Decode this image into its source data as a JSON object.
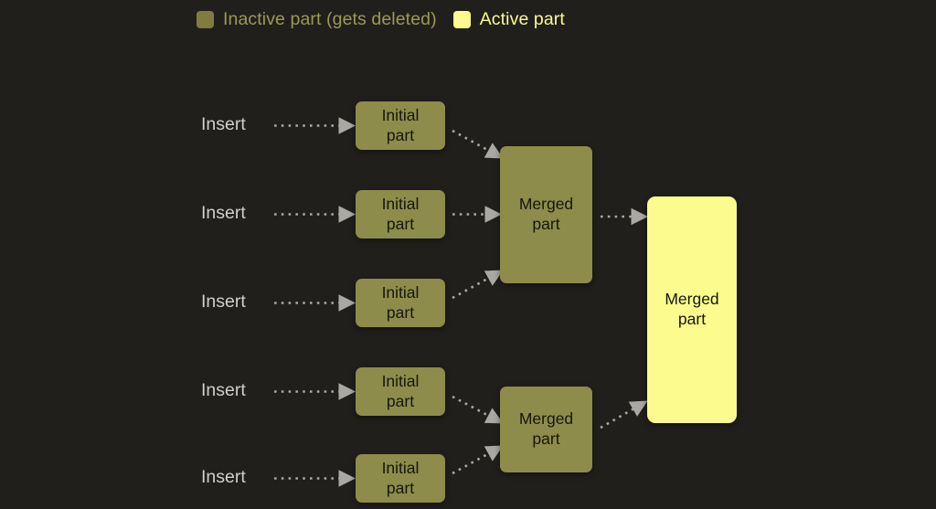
{
  "theme": {
    "background": "#211f1c",
    "inactive_color": "#8d8c4a",
    "inactive_legend_swatch": "#7e7c3f",
    "active_color": "#fbfb8e",
    "node_text_color": "#16160f",
    "insert_label_color": "#cfcfcb",
    "arrow_color": "#a9a9a4"
  },
  "legend": {
    "items": [
      {
        "label": "Inactive part (gets deleted)",
        "color": "#7e7c3f",
        "state": "inactive"
      },
      {
        "label": "Active part",
        "color": "#fbfb8e",
        "state": "active"
      }
    ]
  },
  "inserts": [
    {
      "label": "Insert"
    },
    {
      "label": "Insert"
    },
    {
      "label": "Insert"
    },
    {
      "label": "Insert"
    },
    {
      "label": "Insert"
    }
  ],
  "initial_parts": [
    {
      "label": "Initial\npart"
    },
    {
      "label": "Initial\npart"
    },
    {
      "label": "Initial\npart"
    },
    {
      "label": "Initial\npart"
    },
    {
      "label": "Initial\npart"
    }
  ],
  "merged_parts": [
    {
      "label": "Merged\npart",
      "state": "inactive"
    },
    {
      "label": "Merged\npart",
      "state": "inactive"
    }
  ],
  "final_part": {
    "label": "Merged\npart",
    "state": "active"
  }
}
